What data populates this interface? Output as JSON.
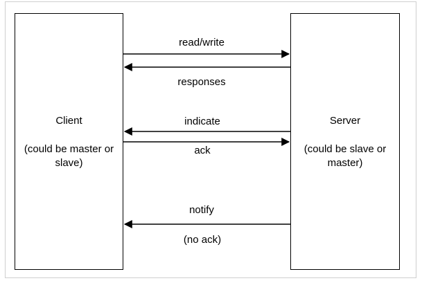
{
  "client": {
    "title": "Client",
    "subtitle": "(could be master or slave)"
  },
  "server": {
    "title": "Server",
    "subtitle": "(could be slave or master)"
  },
  "arrows": {
    "read_write": "read/write",
    "responses": "responses",
    "indicate": "indicate",
    "ack": "ack",
    "notify": "notify",
    "no_ack": "(no ack)"
  }
}
